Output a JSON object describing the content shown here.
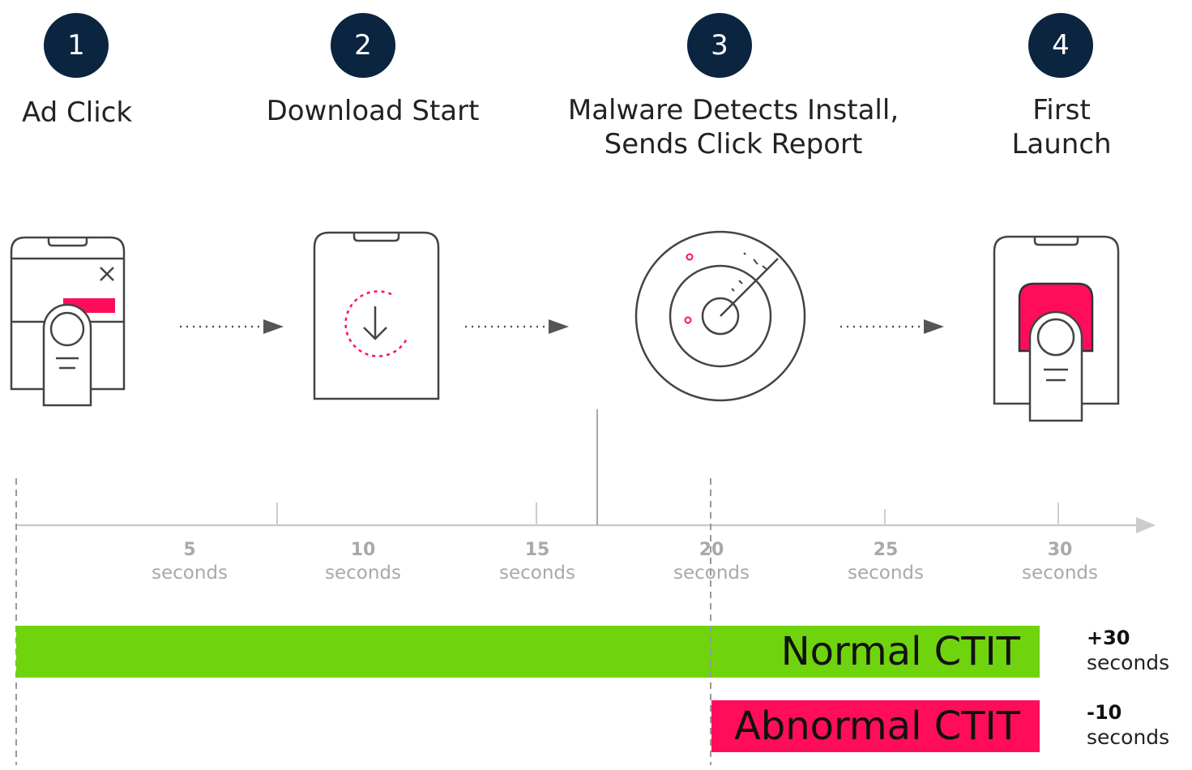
{
  "steps": [
    {
      "number": "1",
      "label": "Ad Click"
    },
    {
      "number": "2",
      "label": "Download Start"
    },
    {
      "number": "3",
      "label": "Malware Detects Install,\nSends Click Report"
    },
    {
      "number": "4",
      "label": "First\nLaunch"
    }
  ],
  "icons": [
    "ad-click-tablet-icon",
    "download-icon",
    "radar-icon",
    "app-launch-icon"
  ],
  "timeline": {
    "ticks": [
      {
        "value": "5",
        "unit": "seconds"
      },
      {
        "value": "10",
        "unit": "seconds"
      },
      {
        "value": "15",
        "unit": "seconds"
      },
      {
        "value": "20",
        "unit": "seconds"
      },
      {
        "value": "25",
        "unit": "seconds"
      },
      {
        "value": "30",
        "unit": "seconds"
      }
    ]
  },
  "bars": {
    "normal": {
      "label": "Normal CTIT",
      "delta_value": "+30",
      "delta_unit": "seconds",
      "color": "#6fd40e",
      "start": 0,
      "end": 30
    },
    "abnormal": {
      "label": "Abnormal CTIT",
      "delta_value": "-10",
      "delta_unit": "seconds",
      "color": "#ff0d5b",
      "start": 20,
      "end": 30
    }
  },
  "colors": {
    "circle": "#0b2440",
    "accent": "#ff0d5b",
    "line": "#444444",
    "axis": "#cccccc"
  }
}
